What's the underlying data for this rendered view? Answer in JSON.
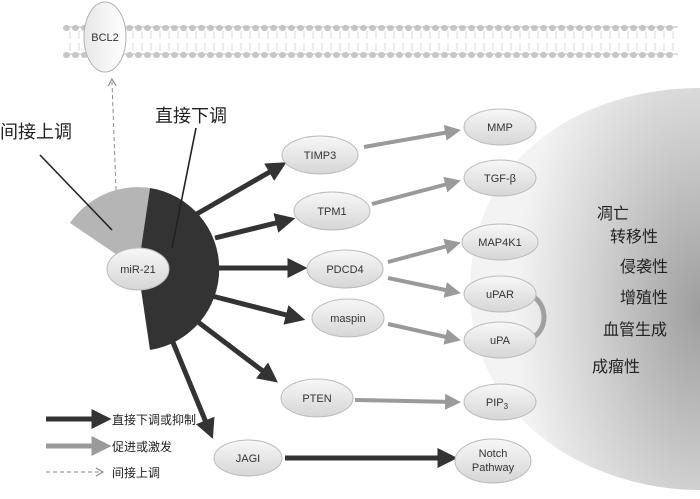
{
  "membrane": {
    "protein": "BCL2"
  },
  "center": {
    "label": "miR-21"
  },
  "annotations": {
    "indirect_up": "间接上调",
    "direct_down": "直接下调"
  },
  "targets": {
    "timp3": "TIMP3",
    "tpm1": "TPM1",
    "pdcd4": "PDCD4",
    "maspin": "maspin",
    "pten": "PTEN",
    "jagi": "JAGI"
  },
  "effectors": {
    "mmp": "MMP",
    "tgf": "TGF-β",
    "map4k1": "MAP4K1",
    "upar": "uPAR",
    "upa": "uPA",
    "pip3_base": "PIP",
    "pip3_sub": "3",
    "notch_line1": "Notch",
    "notch_line2": "Pathway"
  },
  "outcomes": [
    "凋亡",
    "转移性",
    "侵袭性",
    "增殖性",
    "血管生成",
    "成瘤性"
  ],
  "legend": {
    "direct": "直接下调或抑制",
    "promote": "促进或激发",
    "indirect": "间接上调"
  },
  "colors": {
    "dark_arrow": "#333333",
    "grey_arrow": "#9a9a9a",
    "wedge_dark": "#333333",
    "wedge_grey": "#b5b5b5"
  }
}
